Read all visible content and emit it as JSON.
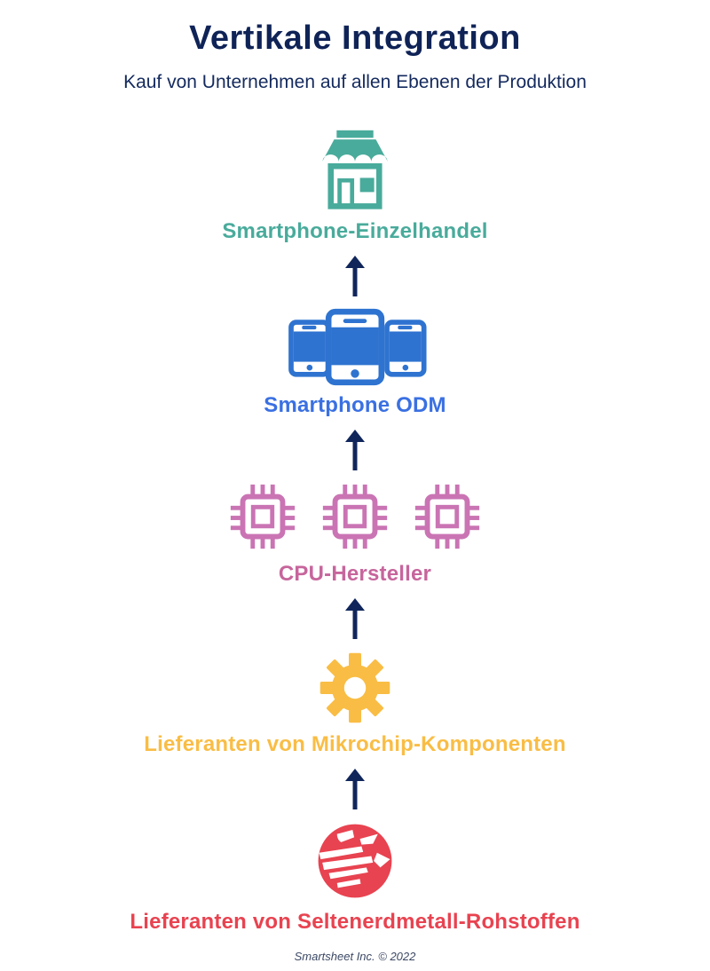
{
  "header": {
    "title": "Vertikale Integration",
    "subtitle": "Kauf von Unternehmen auf allen Ebenen der Produktion"
  },
  "levels": [
    {
      "label": "Smartphone-Einzelhandel",
      "icon": "storefront-icon",
      "color": "#49ab9b"
    },
    {
      "label": "Smartphone ODM",
      "icon": "smartphones-icon",
      "color": "#3a70e2"
    },
    {
      "label": "CPU-Hersteller",
      "icon": "microchip-icon",
      "color": "#c7659c"
    },
    {
      "label": "Lieferanten von Mikrochip-Komponenten",
      "icon": "gear-icon",
      "color": "#f9bd45"
    },
    {
      "label": "Lieferanten von Seltenerdmetall-Rohstoffen",
      "icon": "globe-icon",
      "color": "#e84350"
    }
  ],
  "arrow": {
    "direction": "up",
    "color": "#10265b"
  },
  "footer": {
    "text": "Smartsheet Inc. © 2022"
  }
}
